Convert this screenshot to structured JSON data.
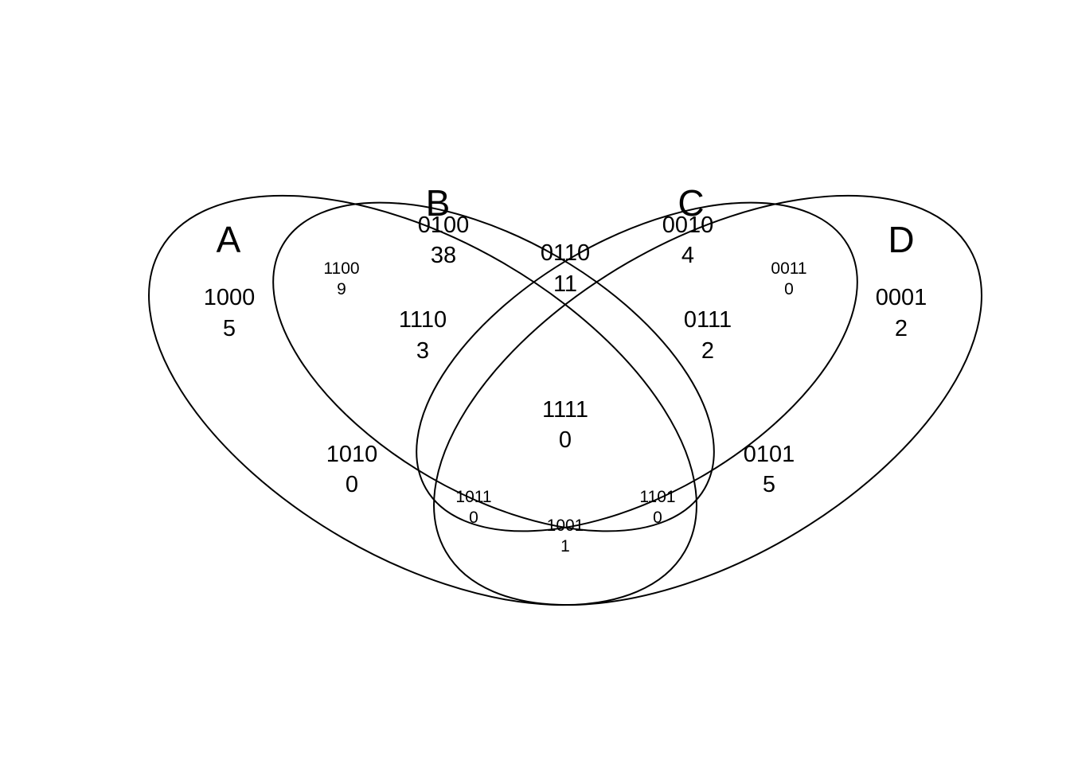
{
  "sets": [
    {
      "key": "A",
      "label": "A"
    },
    {
      "key": "B",
      "label": "B"
    },
    {
      "key": "C",
      "label": "C"
    },
    {
      "key": "D",
      "label": "D"
    }
  ],
  "regions": [
    {
      "key": "r1000",
      "code": "1000",
      "count": "5"
    },
    {
      "key": "r0100",
      "code": "0100",
      "count": "38"
    },
    {
      "key": "r0010",
      "code": "0010",
      "count": "4"
    },
    {
      "key": "r0001",
      "code": "0001",
      "count": "2"
    },
    {
      "key": "r1100",
      "code": "1100",
      "count": "9"
    },
    {
      "key": "r0110",
      "code": "0110",
      "count": "11"
    },
    {
      "key": "r0011",
      "code": "0011",
      "count": "0"
    },
    {
      "key": "r1110",
      "code": "1110",
      "count": "3"
    },
    {
      "key": "r0111",
      "code": "0111",
      "count": "2"
    },
    {
      "key": "r1111",
      "code": "1111",
      "count": "0"
    },
    {
      "key": "r1010",
      "code": "1010",
      "count": "0"
    },
    {
      "key": "r0101",
      "code": "0101",
      "count": "5"
    },
    {
      "key": "r1011",
      "code": "1011",
      "count": "0"
    },
    {
      "key": "r1101",
      "code": "1101",
      "count": "0"
    },
    {
      "key": "r1001",
      "code": "1001",
      "count": "1"
    }
  ]
}
